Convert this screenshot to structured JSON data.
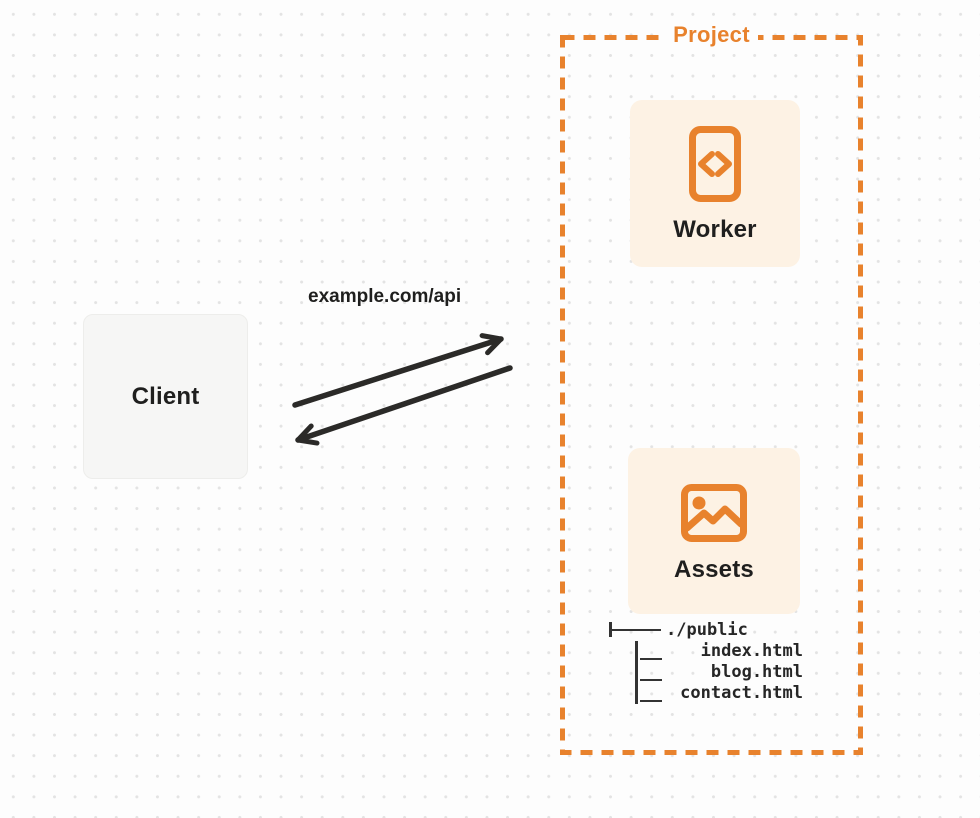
{
  "colors": {
    "accent_orange": "#E8822D",
    "card_cream": "#FDF2E4",
    "client_gray": "#F6F6F5",
    "arrow_dark": "#2B2A28",
    "dot_grid": "#E3E3E3"
  },
  "client": {
    "label": "Client"
  },
  "request": {
    "label": "example.com/api"
  },
  "project": {
    "label": "Project",
    "worker": {
      "label": "Worker",
      "icon": "code-document-icon"
    },
    "assets": {
      "label": "Assets",
      "icon": "image-icon"
    },
    "tree": {
      "root": "./public",
      "files": [
        "index.html",
        "blog.html",
        "contact.html"
      ]
    }
  }
}
